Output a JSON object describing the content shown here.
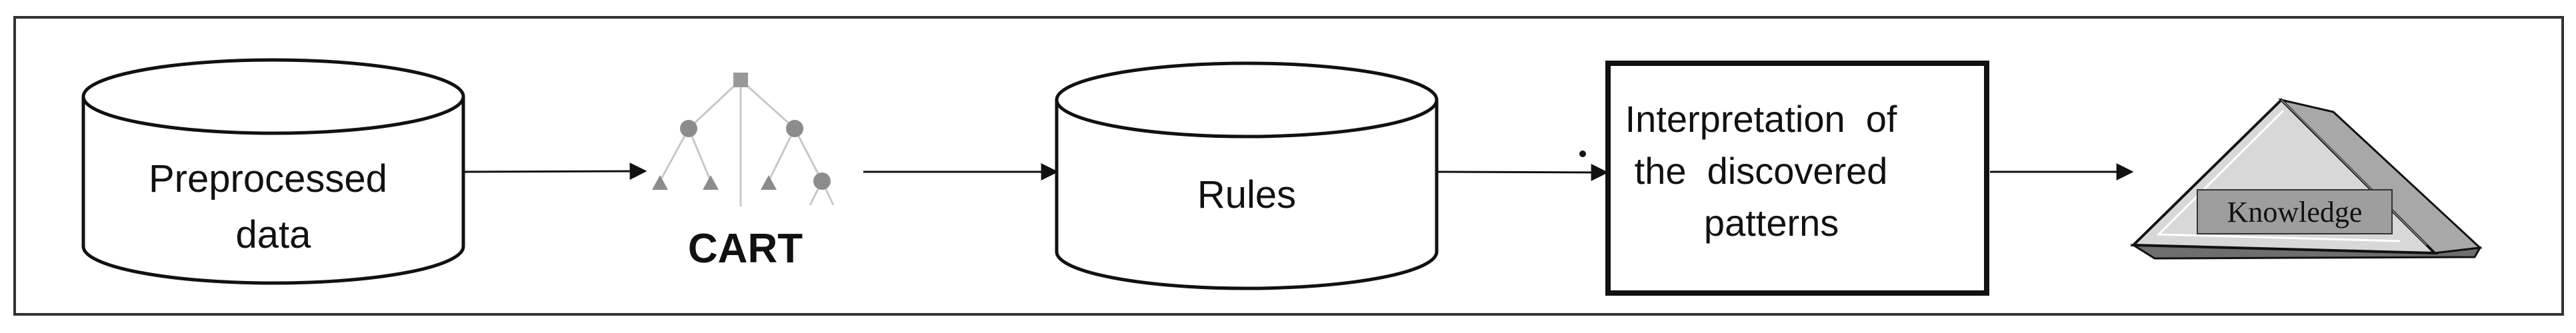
{
  "nodes": {
    "preprocessed": {
      "lines": [
        "Preprocessed",
        "data"
      ]
    },
    "cart": {
      "label": "CART"
    },
    "rules": {
      "label": "Rules"
    },
    "interpretation": {
      "lines": [
        "Interpretation  of",
        "the  discovered",
        "patterns"
      ]
    },
    "knowledge": {
      "label": "Knowledge"
    }
  },
  "colors": {
    "stroke": "#111111",
    "tree_node": "#8c8c8c",
    "tree_root": "#999999",
    "tree_line": "#c8c8c8",
    "pyramid_light": "#d8d8d8",
    "pyramid_mid": "#a8a8a8",
    "pyramid_dark": "#6e6e6e"
  },
  "icons": {
    "cart": "decision-tree-icon",
    "knowledge": "pyramid-icon"
  }
}
